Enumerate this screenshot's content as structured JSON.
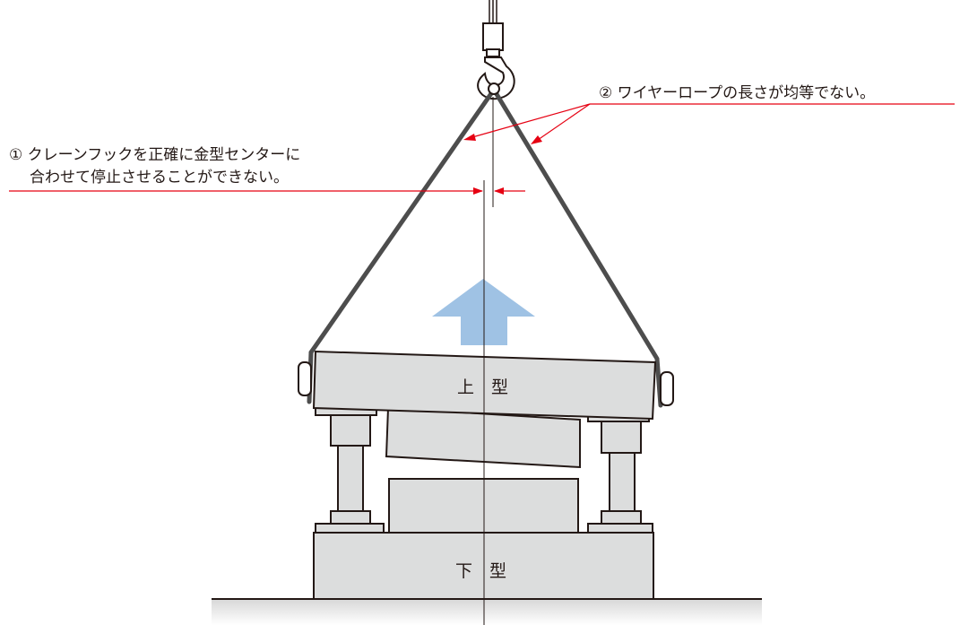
{
  "annotations": {
    "note1_line1": "① クレーンフックを正確に金型センターに",
    "note1_line2": "合わせて停止させることができない。",
    "note2": "② ワイヤーロープの長さが均等でない。"
  },
  "parts": {
    "upper_die": "上　型",
    "lower_die": "下　型"
  },
  "colors": {
    "die_fill": "#dcdddd",
    "die_stroke": "#231815",
    "wire": "#4d4d4d",
    "arrow": "#9fc2e4",
    "annotation_line": "#e60012",
    "ground": "#b5b6b6"
  }
}
